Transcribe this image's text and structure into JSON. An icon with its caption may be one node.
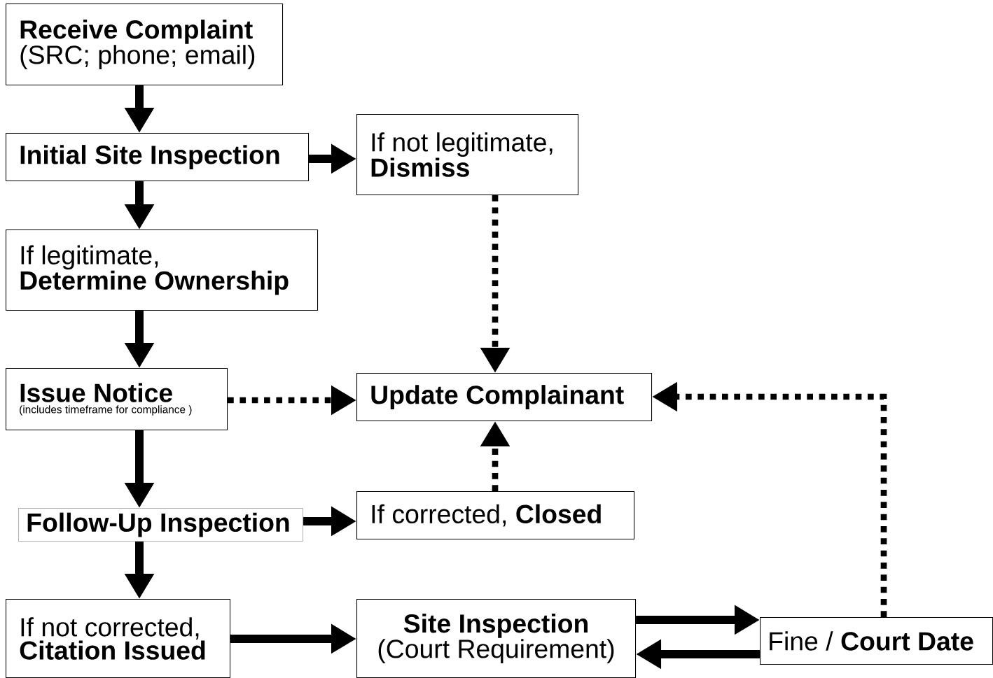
{
  "diagram": {
    "nodes": [
      {
        "text": [
          "Receive Complaint",
          "(SRC; phone; email)"
        ]
      },
      {
        "text": [
          "Initial Site Inspection"
        ]
      },
      {
        "text": [
          "If not legitimate,",
          "Dismiss"
        ]
      },
      {
        "text": [
          "If legitimate,",
          "Determine Ownership"
        ]
      },
      {
        "text": [
          "Issue Notice",
          "(includes timeframe for compliance )"
        ]
      },
      {
        "text": [
          "Update Complainant"
        ]
      },
      {
        "text": [
          "Follow-Up Inspection"
        ]
      },
      {
        "text": [
          "If corrected, **Closed**"
        ]
      },
      {
        "text": [
          "If not corrected,",
          "Citation Issued"
        ]
      },
      {
        "text": [
          "Site Inspection",
          "(Court Requirement)"
        ]
      },
      {
        "text": [
          "Fine / **Court Date**"
        ]
      }
    ],
    "edges": [
      {
        "from": 0,
        "to": 1,
        "arrow": "to"
      },
      {
        "from": 1,
        "to": 2,
        "arrow": "to"
      },
      {
        "from": 1,
        "to": 3,
        "arrow": "to"
      },
      {
        "from": 2,
        "to": 5,
        "arrow": "to",
        "style": "dashed"
      },
      {
        "from": 3,
        "to": 4,
        "arrow": "to"
      },
      {
        "from": 4,
        "to": 5,
        "arrow": "to",
        "style": "dashed"
      },
      {
        "from": 4,
        "to": 6,
        "arrow": "to"
      },
      {
        "from": 6,
        "to": 7,
        "arrow": "to"
      },
      {
        "from": 7,
        "to": 5,
        "arrow": "to",
        "style": "dashed"
      },
      {
        "from": 6,
        "to": 8,
        "arrow": "to"
      },
      {
        "from": 8,
        "to": 9,
        "arrow": "to"
      },
      {
        "from": 9,
        "to": 10,
        "arrow": "to"
      },
      {
        "from": 10,
        "to": 9,
        "arrow": "to"
      },
      {
        "from": 10,
        "to": 5,
        "arrow": "to",
        "style": "dashed"
      }
    ]
  }
}
